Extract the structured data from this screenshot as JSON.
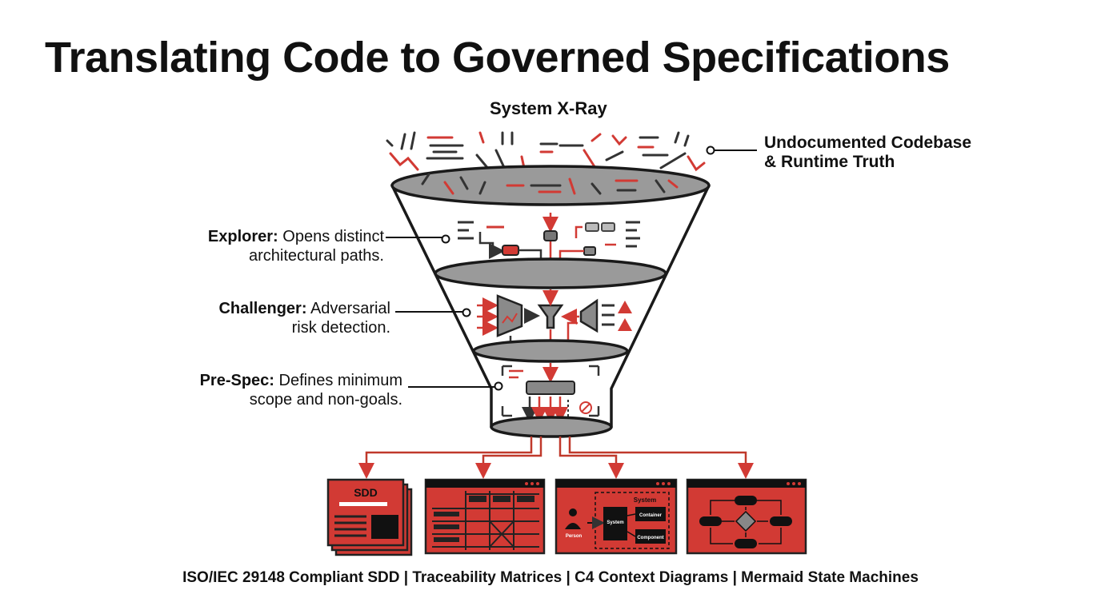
{
  "title": "Translating Code to Governed Specifications",
  "funnel": {
    "heading": "System X-Ray",
    "input_label_line1": "Undocumented Codebase",
    "input_label_line2": "& Runtime Truth"
  },
  "stages": [
    {
      "name": "Explorer:",
      "desc_line1": "Opens distinct",
      "desc_line2": "architectural paths."
    },
    {
      "name": "Challenger:",
      "desc_line1": "Adversarial",
      "desc_line2": "risk detection."
    },
    {
      "name": "Pre-Spec:",
      "desc_line1": "Defines minimum",
      "desc_line2": "scope and non-goals."
    }
  ],
  "outputs": {
    "sdd_label": "SDD",
    "c4_system_label": "System",
    "c4_inner_system": "System",
    "c4_person": "Person",
    "c4_container": "Container",
    "c4_component": "Component"
  },
  "footer": "ISO/IEC 29148 Compliant SDD | Traceability Matrices | C4 Context Diagrams | Mermaid State Machines",
  "colors": {
    "accent": "#d23a34",
    "dark": "#222222",
    "gray": "#8a8a8a"
  }
}
